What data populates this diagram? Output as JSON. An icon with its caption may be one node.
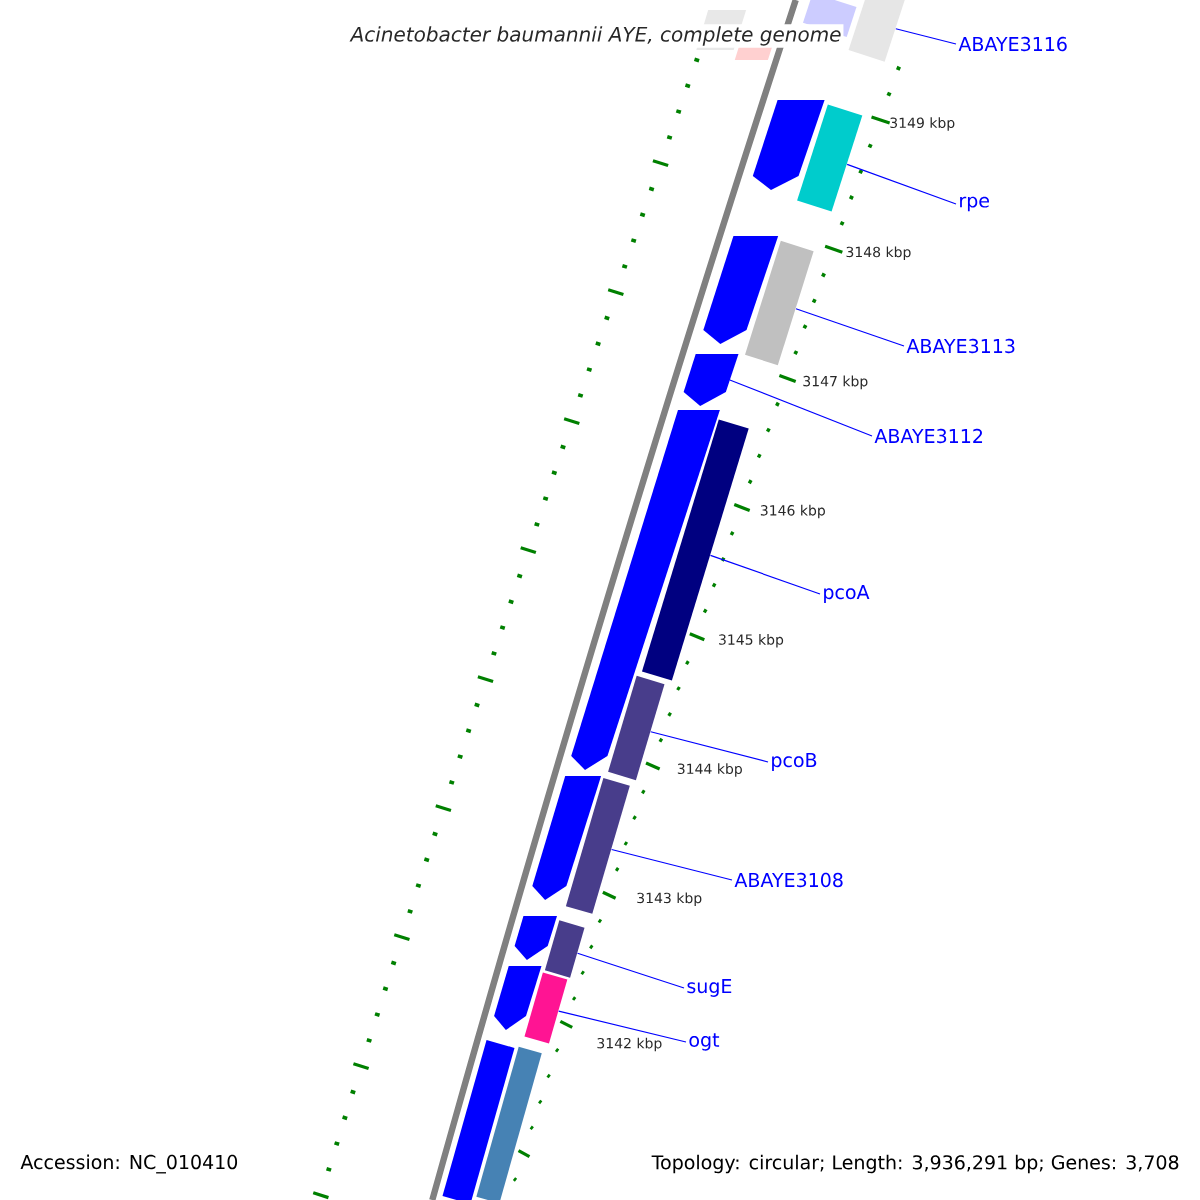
{
  "diagram": {
    "title": "Acinetobacter baumannii AYE, complete genome",
    "nodes": [
      {
        "text": [
          "ABAYE3116"
        ]
      },
      {
        "text": [
          "rpe"
        ]
      },
      {
        "text": [
          "ABAYE3113"
        ]
      },
      {
        "text": [
          "ABAYE3112"
        ]
      },
      {
        "text": [
          "pcoA"
        ]
      },
      {
        "text": [
          "pcoB"
        ]
      },
      {
        "text": [
          "ABAYE3108"
        ]
      },
      {
        "text": [
          "sugE"
        ]
      },
      {
        "text": [
          "ogt"
        ]
      },
      {
        "text": [],
        "shape": "bar"
      },
      {
        "text": [],
        "shape": "bar"
      },
      {
        "text": [],
        "shape": "bar"
      },
      {
        "text": [],
        "shape": "arrow"
      },
      {
        "text": [],
        "shape": "bar"
      },
      {
        "text": [],
        "shape": "bar"
      },
      {
        "text": [],
        "shape": "bar"
      },
      {
        "text": [],
        "shape": "bar"
      },
      {
        "text": [],
        "shape": "bar"
      },
      {
        "text": [],
        "shape": "bar"
      },
      {
        "text": [],
        "shape": "arrow"
      },
      {
        "text": [],
        "shape": "arrow"
      },
      {
        "text": [],
        "shape": "arrow"
      },
      {
        "text": [],
        "shape": "arrow"
      },
      {
        "text": [],
        "shape": "arrow"
      },
      {
        "text": [],
        "shape": "arrow"
      },
      {
        "text": [],
        "shape": "bar"
      },
      {
        "text": [],
        "shape": "bar"
      }
    ],
    "edges": [
      {
        "from": 0,
        "to": 9,
        "arrow": "none"
      },
      {
        "from": 1,
        "to": 10,
        "arrow": "none"
      },
      {
        "from": 2,
        "to": 11,
        "arrow": "none"
      },
      {
        "from": 3,
        "to": 12,
        "arrow": "none"
      },
      {
        "from": 4,
        "to": 13,
        "arrow": "none"
      },
      {
        "from": 5,
        "to": 14,
        "arrow": "none"
      },
      {
        "from": 6,
        "to": 15,
        "arrow": "none"
      },
      {
        "from": 7,
        "to": 16,
        "arrow": "none"
      },
      {
        "from": 8,
        "to": 17,
        "arrow": "none"
      }
    ],
    "labels": [
      "3149 kbp",
      "3148 kbp",
      "3147 kbp",
      "3146 kbp",
      "3145 kbp",
      "3144 kbp",
      "3143 kbp",
      "3142 kbp",
      "Accession: NC_010410",
      "Topology: circular; Length: 3,936,291 bp; Genes: 3,708"
    ]
  }
}
